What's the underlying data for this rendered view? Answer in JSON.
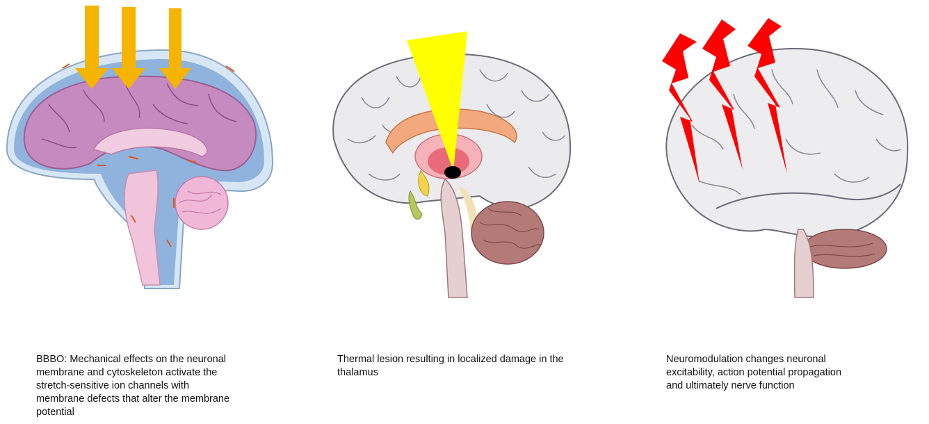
{
  "panels": [
    {
      "id": "mechanical",
      "caption": "BBBO: Mechanical effects on the neuronal membrane and cytoskeleton activate the stretch-sensitive ion channels with membrane defects that alter the membrane potential",
      "caption_lines": [
        "BBBO: Mechanical effects on the neuronal",
        "membrane  and cytoskeleton activate the",
        "stretch-sensitive ion channels with",
        "membrane  defects that alter the  membrane",
        "potential"
      ],
      "icon": "downward-arrows-icon",
      "arrow_color": "#F5B400"
    },
    {
      "id": "thermal",
      "caption": "Thermal lesion resulting in localized damage in the thalamus",
      "caption_lines": [
        "Thermal lesion resulting in localized damage in the",
        "thalamus"
      ],
      "icon": "focused-beam-icon",
      "beam_color": "#FFFF00"
    },
    {
      "id": "neuromodulation",
      "caption": "Neuromodulation changes neuronal excitability, action potential propagation and ultimately nerve function",
      "caption_lines": [
        "Neuromodulation  changes neuronal",
        "excitability, action potential propagation",
        "and ultimately nerve function"
      ],
      "icon": "lightning-bolt-icon",
      "bolt_color": "#FF0000"
    }
  ]
}
